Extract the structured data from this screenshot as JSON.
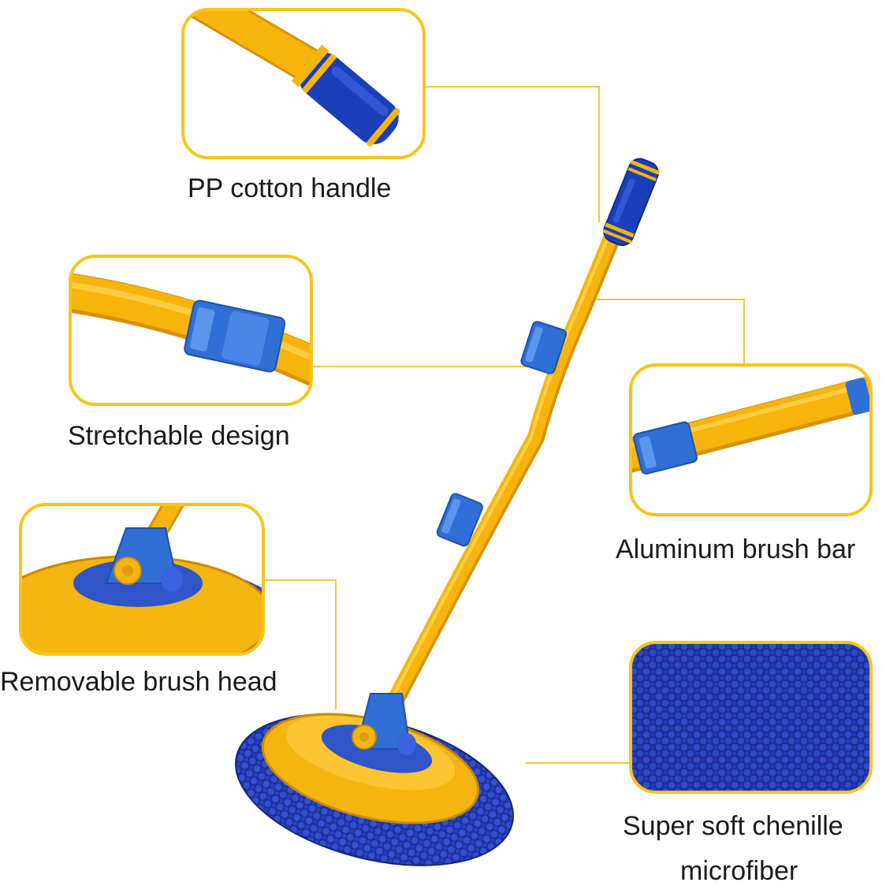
{
  "colors": {
    "frame_border": "#f7c41a",
    "leader_line": "#f2c63a",
    "pole_yellow": "#f7b50c",
    "pole_shadow": "#d9900a",
    "accent_blue": "#2f6fd6",
    "grip_blue": "#1b3fb8",
    "chenille_blue": "#2438b4",
    "head_yellow": "#f5b510"
  },
  "callouts": {
    "handle": {
      "label": "PP cotton handle",
      "icon": "foam-grip-closeup"
    },
    "stretch": {
      "label": "Stretchable design",
      "icon": "pole-joint-closeup"
    },
    "bar": {
      "label": "Aluminum brush bar",
      "icon": "pole-segment-closeup"
    },
    "head": {
      "label": "Removable brush head",
      "icon": "brush-head-closeup"
    },
    "fiber": {
      "label_line1": "Super soft chenille",
      "label_line2": "microfiber",
      "icon": "chenille-closeup"
    }
  }
}
